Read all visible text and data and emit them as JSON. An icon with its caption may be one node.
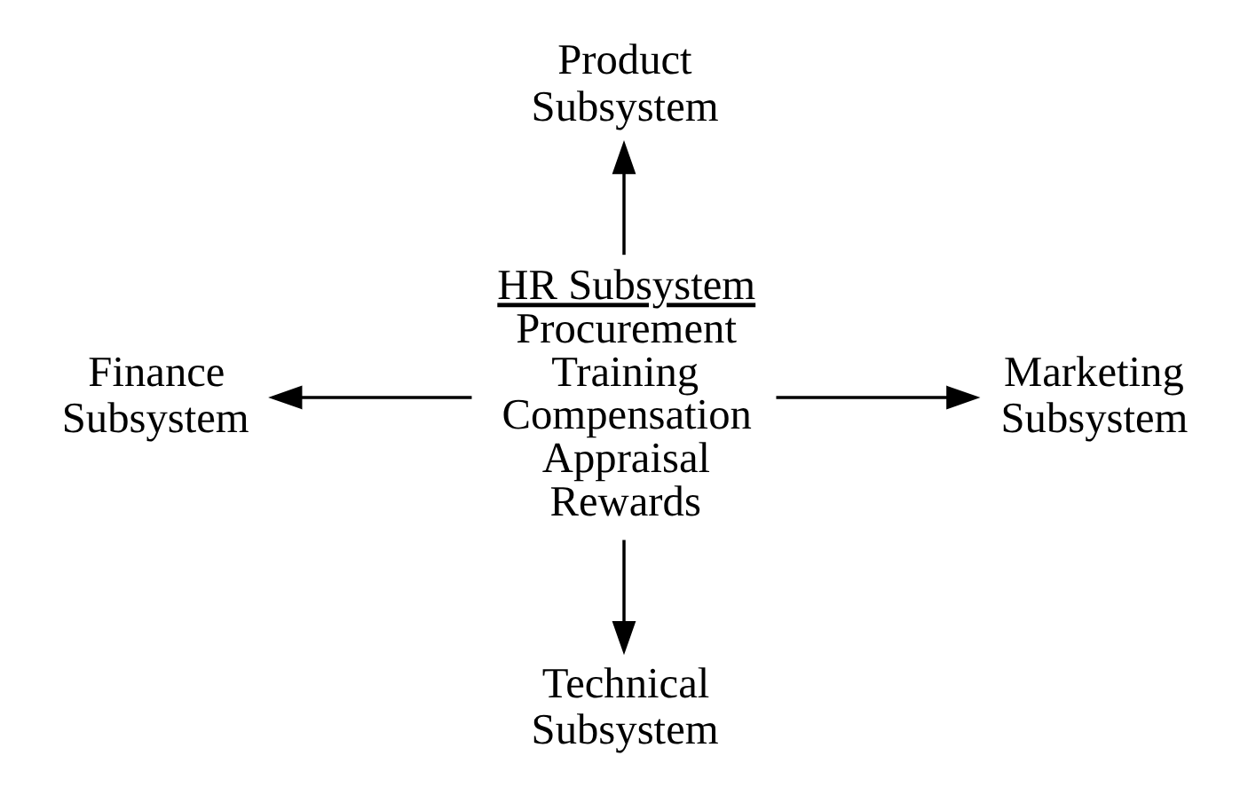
{
  "diagram": {
    "nodes": [
      {
        "text": [
          "HR Subsystem",
          "Procurement Training Compensation Appraisal Rewards"
        ]
      },
      {
        "text": [
          "Product Subsystem"
        ]
      },
      {
        "text": [
          "Finance Subsystem"
        ]
      },
      {
        "text": [
          "Marketing Subsystem"
        ]
      },
      {
        "text": [
          "Technical Subsystem"
        ]
      }
    ],
    "edges": [
      {
        "from": 0,
        "to": 1,
        "arrow": "to"
      },
      {
        "from": 0,
        "to": 2,
        "arrow": "to"
      },
      {
        "from": 0,
        "to": 3,
        "arrow": "to"
      },
      {
        "from": 0,
        "to": 4,
        "arrow": "to"
      }
    ]
  }
}
